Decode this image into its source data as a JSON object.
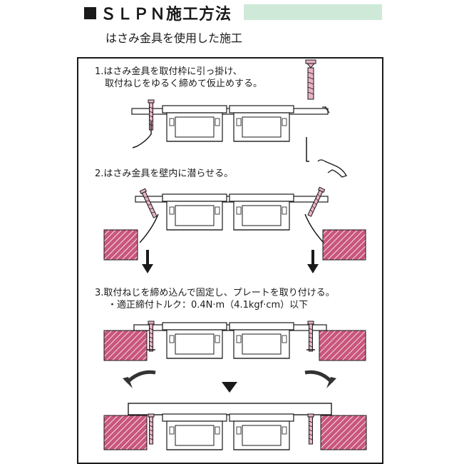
{
  "header": {
    "title": "ＳＬＰＮ施工方法",
    "accent_color": "#cfe9d8"
  },
  "subtitle": "はさみ金具を使用した施工",
  "steps": [
    {
      "line1": "1.はさみ金具を取付枠に引っ掛け、",
      "line2": "取付ねじをゆるく締めて仮止めする。"
    },
    {
      "line1": "2.はさみ金具を壁内に潜らせる。"
    },
    {
      "line1": "3.取付ねじを締め込んで固定し、プレートを取り付ける。",
      "line2": "・適正締付トルク：0.4N·m（4.1kgf·cm）以下"
    }
  ],
  "colors": {
    "wall_fill": "#c9567c",
    "screw_fill": "#e8b3c4",
    "arrow_fill": "#1a1a1a",
    "curved_arrow_fill": "#333333"
  }
}
